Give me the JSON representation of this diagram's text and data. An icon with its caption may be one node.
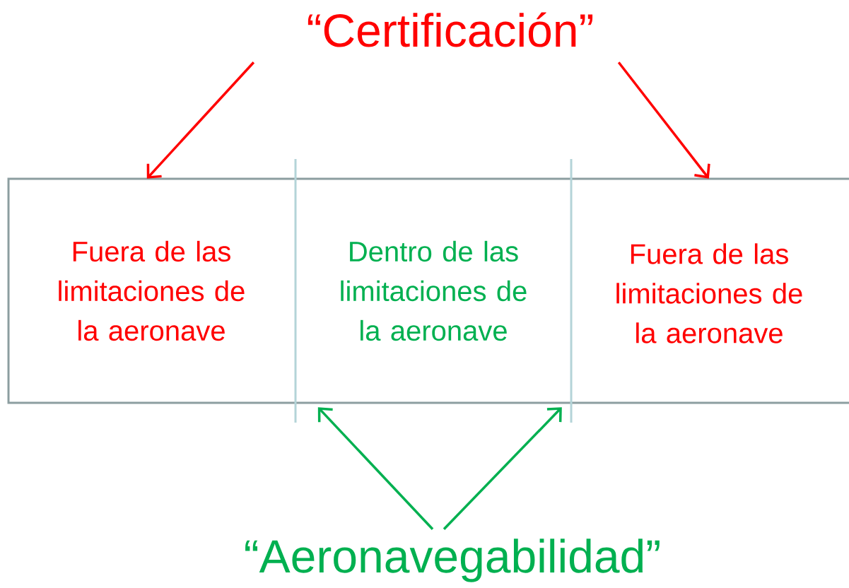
{
  "diagram": {
    "nodes": [
      {
        "text": [
          "“Certificación”"
        ]
      },
      {
        "text": [],
        "shape": "box"
      },
      {
        "text": [
          "Fuera de las limitaciones de la aeronave"
        ],
        "in": 1
      },
      {
        "text": [
          "Dentro de las limitaciones de la aeronave"
        ],
        "in": 1
      },
      {
        "text": [
          "Fuera de las limitaciones de la aeronave"
        ],
        "in": 1
      },
      {
        "text": [
          "“Aeronavegabilidad”"
        ]
      }
    ],
    "edges": [
      {
        "from": 0,
        "to": 1,
        "arrow": "to",
        "color": "#ff0000"
      },
      {
        "from": 0,
        "to": 1,
        "arrow": "to",
        "color": "#ff0000"
      },
      {
        "from": 5,
        "to": 1,
        "arrow": "to",
        "color": "#00b050"
      },
      {
        "from": 5,
        "to": 1,
        "arrow": "to",
        "color": "#00b050"
      }
    ]
  }
}
